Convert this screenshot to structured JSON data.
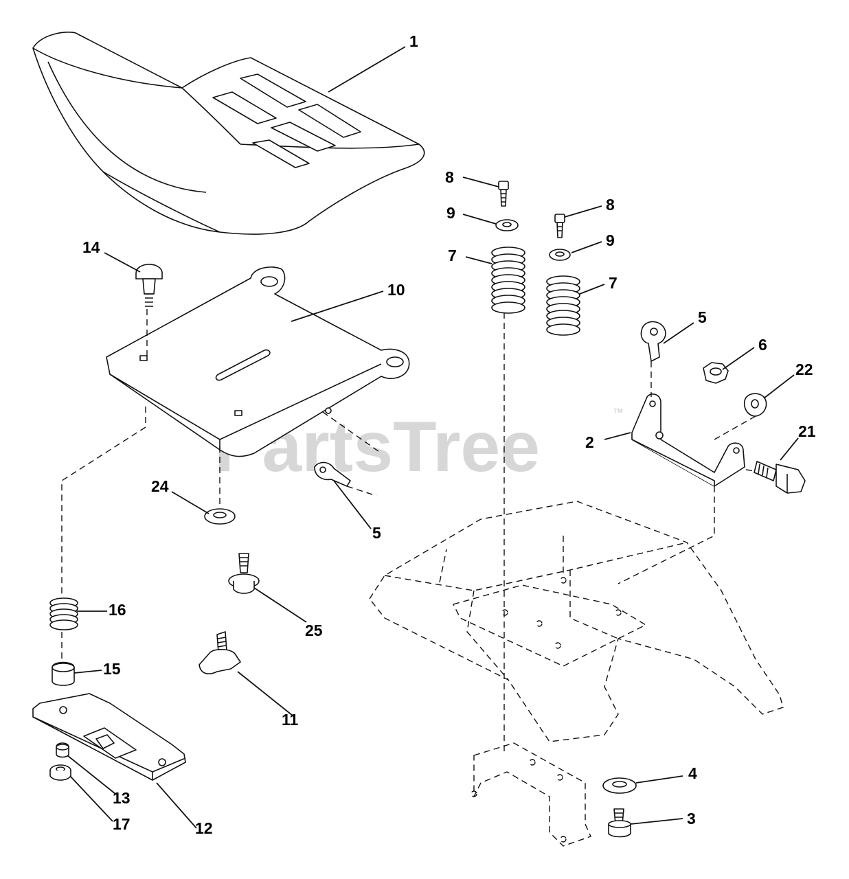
{
  "watermark": {
    "text": "PartsTree",
    "trademark": "™"
  },
  "callouts": [
    {
      "id": "c1",
      "label": "1"
    },
    {
      "id": "c8a",
      "label": "8"
    },
    {
      "id": "c8b",
      "label": "8"
    },
    {
      "id": "c9a",
      "label": "9"
    },
    {
      "id": "c9b",
      "label": "9"
    },
    {
      "id": "c7a",
      "label": "7"
    },
    {
      "id": "c7b",
      "label": "7"
    },
    {
      "id": "c14",
      "label": "14"
    },
    {
      "id": "c10",
      "label": "10"
    },
    {
      "id": "c5a",
      "label": "5"
    },
    {
      "id": "c6",
      "label": "6"
    },
    {
      "id": "c22",
      "label": "22"
    },
    {
      "id": "c2",
      "label": "2"
    },
    {
      "id": "c21",
      "label": "21"
    },
    {
      "id": "c24",
      "label": "24"
    },
    {
      "id": "c5b",
      "label": "5"
    },
    {
      "id": "c16",
      "label": "16"
    },
    {
      "id": "c25",
      "label": "25"
    },
    {
      "id": "c15",
      "label": "15"
    },
    {
      "id": "c11",
      "label": "11"
    },
    {
      "id": "c4",
      "label": "4"
    },
    {
      "id": "c3",
      "label": "3"
    },
    {
      "id": "c13",
      "label": "13"
    },
    {
      "id": "c17",
      "label": "17"
    },
    {
      "id": "c12",
      "label": "12"
    }
  ]
}
